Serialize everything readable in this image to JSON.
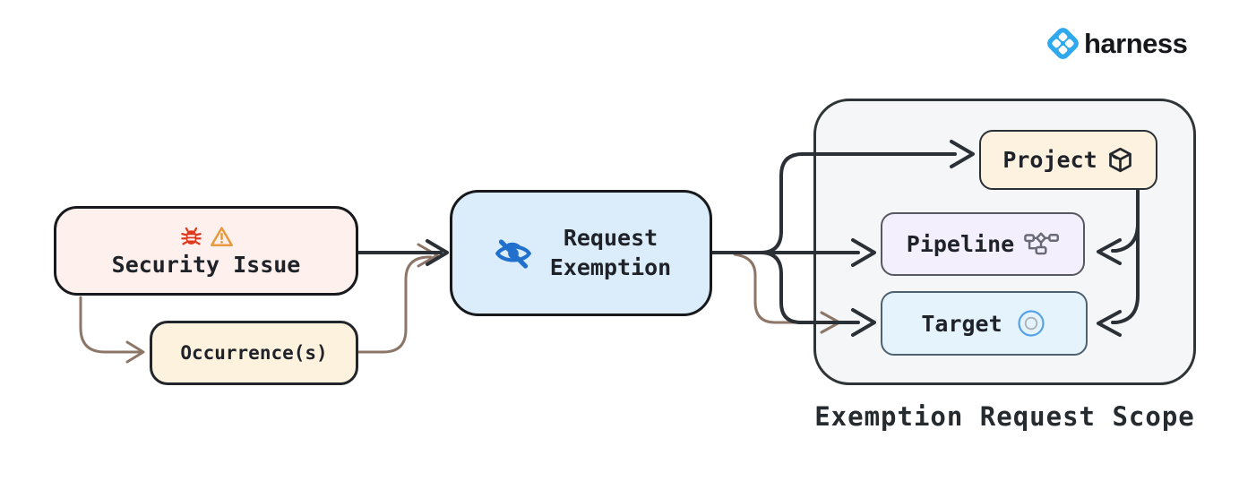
{
  "palette": {
    "dark_stroke": "#2b3036",
    "brown_stroke": "#8d7668",
    "text": "#1f2329",
    "security_fill": "#fdf0ed",
    "occurrence_fill": "#fcf2dd",
    "request_fill": "#dbecfa",
    "scope_fill": "#f4f6f8",
    "project_fill": "#fdf2e0",
    "pipeline_fill": "#f3effc",
    "target_fill": "#e5f3fd",
    "icon_blue": "#2170cd",
    "bug_red": "#df3a1e",
    "warning_orange": "#e79a3d",
    "pipeline_icon_gray": "#6a6a74",
    "target_icon_blue": "#55a1e8",
    "harness_blue": "#2fa9ee"
  },
  "logo": {
    "brand": "harness"
  },
  "nodes": {
    "security_issue": {
      "label": "Security Issue"
    },
    "occurrences": {
      "label": "Occurrence(s)"
    },
    "request_exemption": {
      "label_lines": [
        "Request",
        "Exemption"
      ]
    },
    "project": {
      "label": "Project"
    },
    "pipeline": {
      "label": "Pipeline"
    },
    "target": {
      "label": "Target"
    }
  },
  "scope": {
    "caption": "Exemption Request Scope"
  },
  "icons": {
    "bug": "bug-icon",
    "warning": "warning-triangle-icon",
    "eye_off": "eye-off-icon",
    "cube": "package-cube-icon",
    "pipeline": "pipeline-flow-icon",
    "target": "target-circles-icon",
    "brand": "harness-logo-icon"
  }
}
